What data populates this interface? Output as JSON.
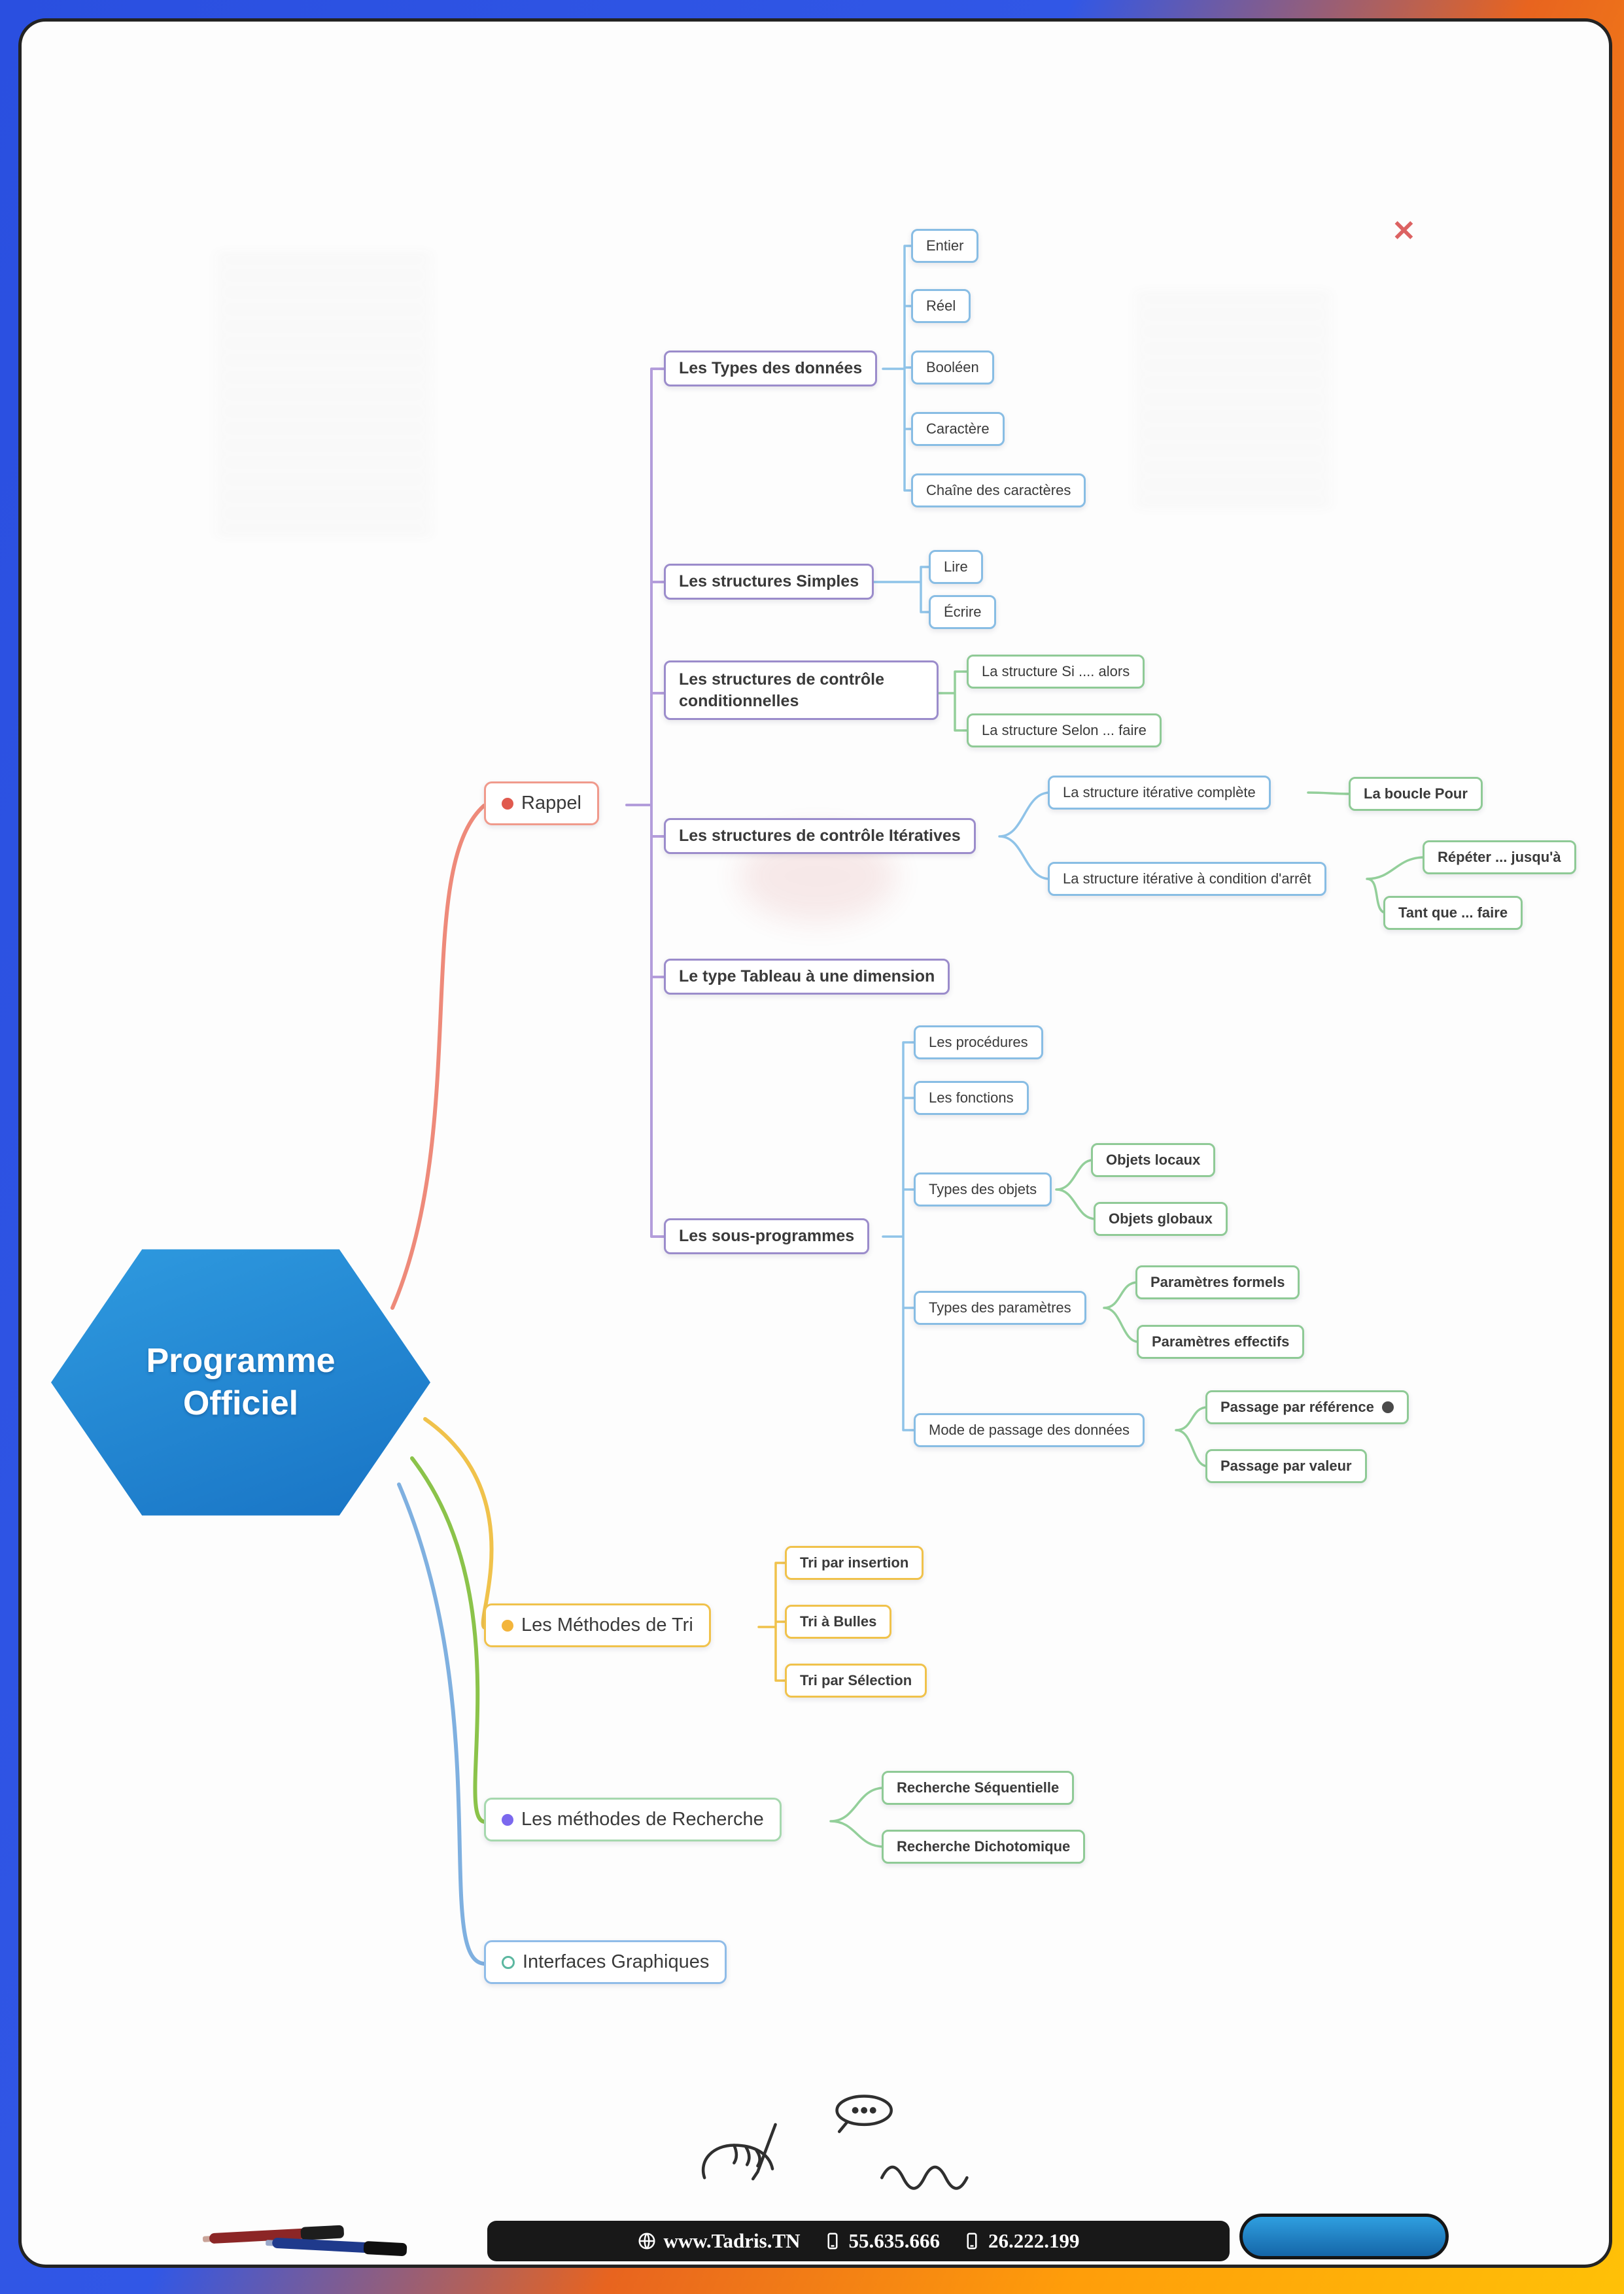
{
  "map": {
    "root": "Programme Officiel",
    "rappel": {
      "label": "Rappel",
      "types": {
        "label": "Les Types des données",
        "items": [
          "Entier",
          "Réel",
          "Booléen",
          "Caractère",
          "Chaîne des caractères"
        ]
      },
      "simples": {
        "label": "Les structures Simples",
        "items": [
          "Lire",
          "Écrire"
        ]
      },
      "cond": {
        "label": "Les structures de contrôle conditionnelles",
        "items": [
          "La structure Si .... alors",
          "La structure Selon ... faire"
        ]
      },
      "iter": {
        "label": "Les structures de contrôle Itératives",
        "complete": {
          "label": "La structure itérative complète",
          "pour": "La boucle Pour"
        },
        "arret": {
          "label": "La structure itérative à condition d'arrêt",
          "items": [
            "Répéter ... jusqu'à",
            "Tant que ... faire"
          ]
        }
      },
      "tableau": "Le type Tableau à une dimension",
      "sousprog": {
        "label": "Les sous-programmes",
        "items": [
          "Les procédures",
          "Les fonctions"
        ],
        "objets": {
          "label": "Types des objets",
          "items": [
            "Objets locaux",
            "Objets globaux"
          ]
        },
        "parametres": {
          "label": "Types des paramètres",
          "items": [
            "Paramètres formels",
            "Paramètres effectifs"
          ]
        },
        "passage": {
          "label": "Mode de passage des données",
          "items": [
            "Passage par référence",
            "Passage par valeur"
          ]
        }
      }
    },
    "tri": {
      "label": "Les Méthodes de Tri",
      "items": [
        "Tri par insertion",
        "Tri à Bulles",
        "Tri par Sélection"
      ]
    },
    "recherche": {
      "label": "Les méthodes de Recherche",
      "items": [
        "Recherche Séquentielle",
        "Recherche Dichotomique"
      ]
    },
    "interfaces": {
      "label": "Interfaces Graphiques"
    }
  },
  "footer": {
    "website": "www.Tadris.TN",
    "phone": "55.635.666",
    "mobile": "26.222.199"
  },
  "close": "✕",
  "colors": {
    "accent_blue": "#1873c4",
    "branch_red": "#ee8a7a",
    "branch_yellow": "#f0c24b",
    "branch_green": "#8bc34a",
    "branch_blue": "#7fb0e0",
    "purple": "#b39ddb"
  }
}
